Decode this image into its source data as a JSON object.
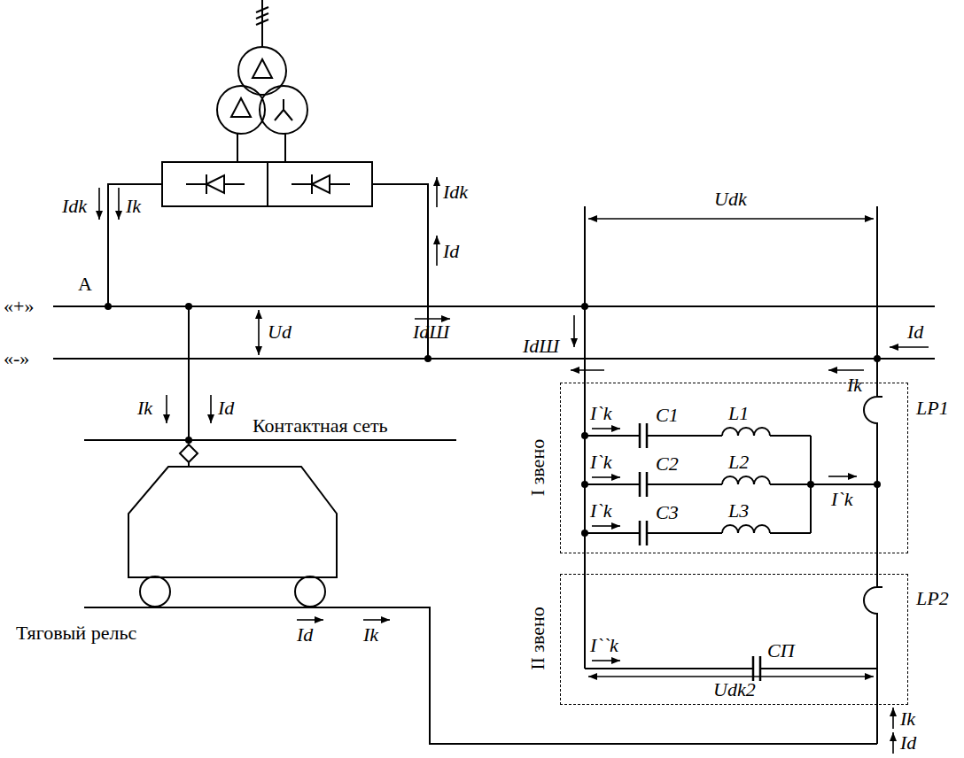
{
  "diagram": {
    "nodes": [
      {
        "text": [
          "I звено"
        ]
      },
      {
        "text": [
          "II звено"
        ]
      }
    ],
    "edges": [
      {
        "from": 0,
        "to": 1,
        "arrow": "none"
      },
      {
        "from": 0,
        "to": 1,
        "arrow": "none"
      }
    ],
    "labels": [
      "Idk",
      "Ik",
      "Idk",
      "Id",
      "Udk",
      "A",
      "«+»",
      "«-»",
      "Ud",
      "IdШ",
      "IdШ",
      "Id",
      "Ik",
      "Ik",
      "Id",
      "Контактная сеть",
      "I`k",
      "C1",
      "L1",
      "LР1",
      "I`k",
      "C2",
      "L2",
      "I`k",
      "C3",
      "L3",
      "I`k",
      "Тяговый рельс",
      "Id",
      "Ik",
      "I``k",
      "CП",
      "LР2",
      "Udk2",
      "Ik",
      "Id"
    ]
  }
}
